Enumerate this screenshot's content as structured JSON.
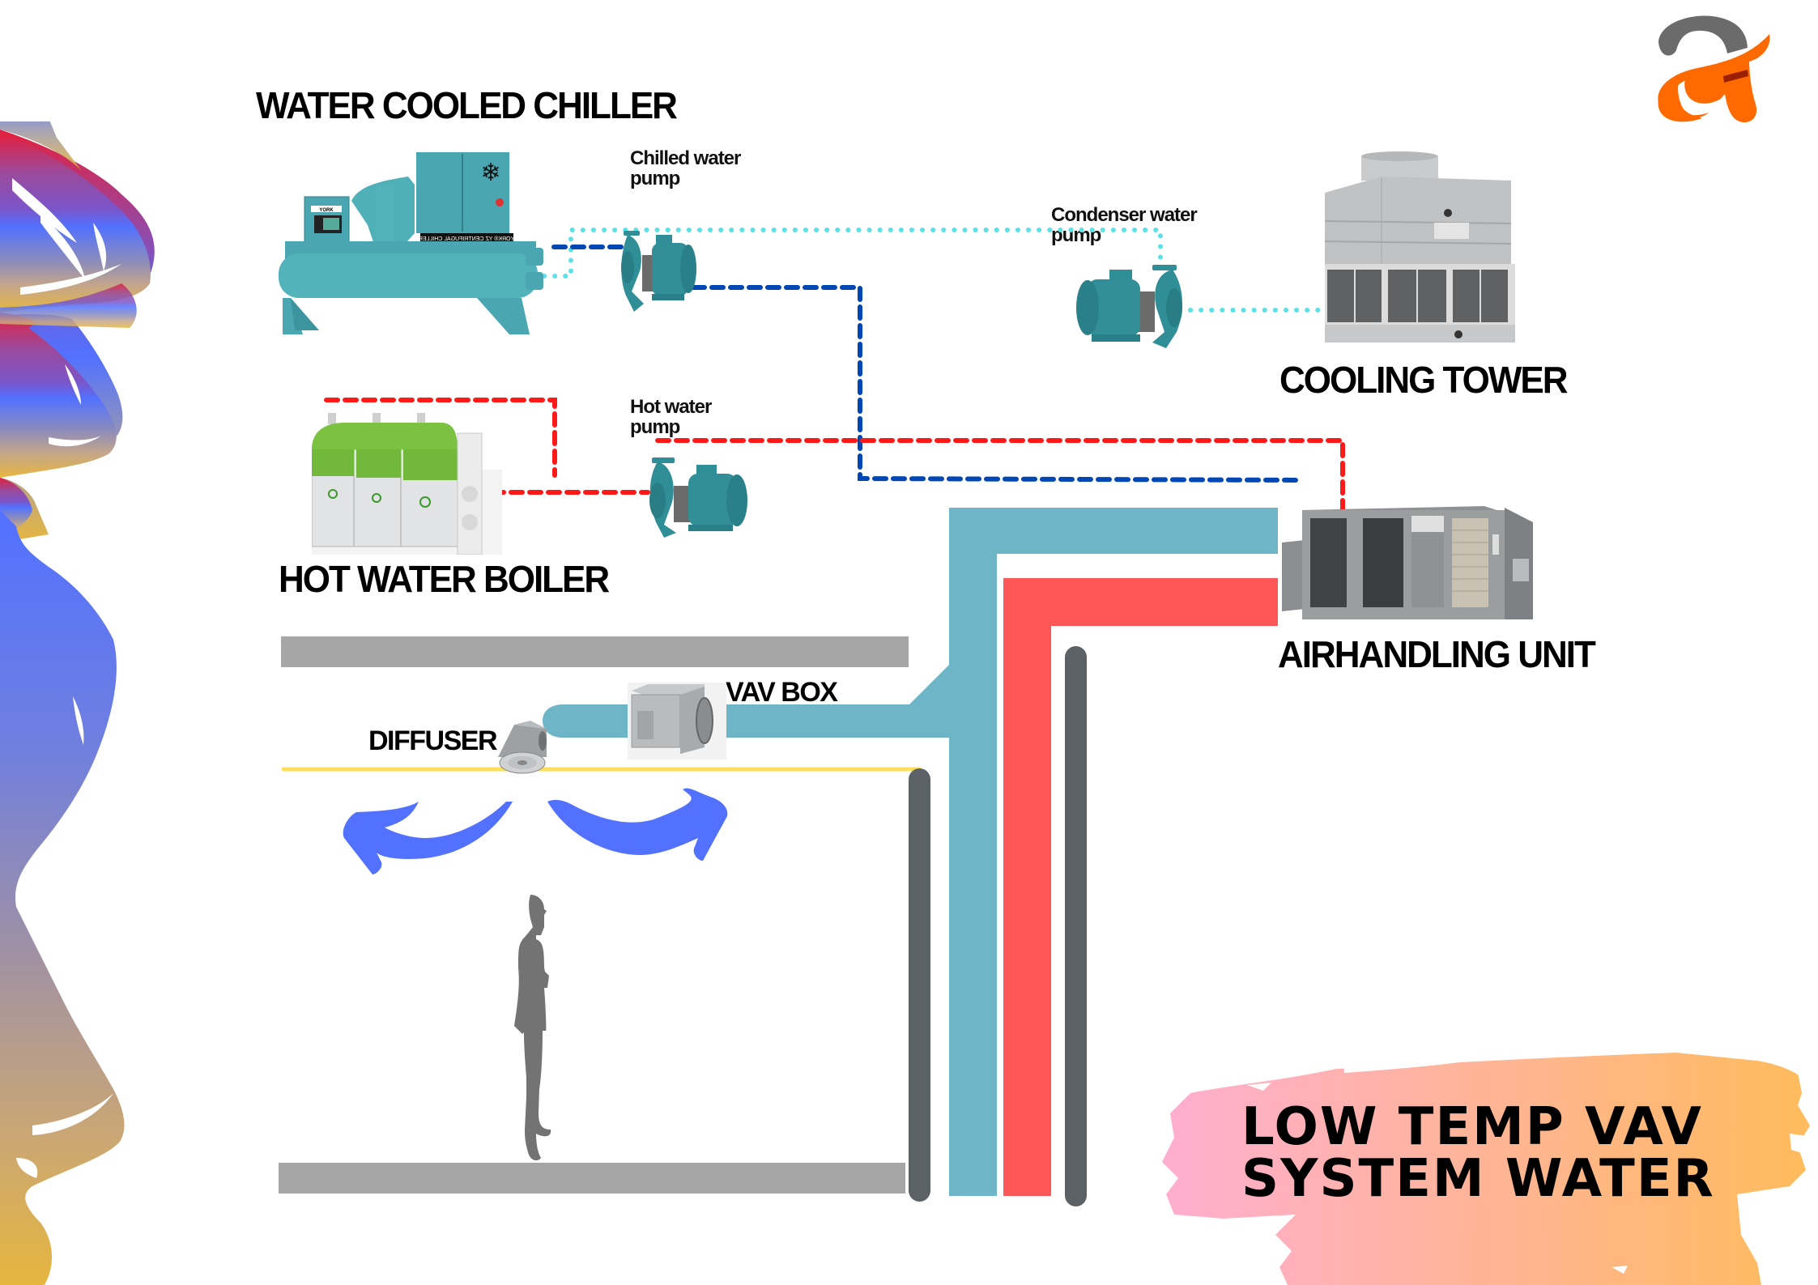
{
  "diagram": {
    "title_lines": [
      "LOW TEMP VAV",
      "SYSTEM WATER"
    ],
    "logo": {
      "name": "brand-a-logo",
      "glyph": "a",
      "colors": {
        "primary": "#ff6a00",
        "secondary": "#6b6b6b",
        "accent": "#9a2000"
      }
    },
    "equipment": {
      "chiller": {
        "label": "WATER COOLED CHILLER",
        "panel_brand": "YORK",
        "plate_text": "YORK® YZ CENTRIFUGAL CHILLER"
      },
      "boiler": {
        "label": "HOT WATER BOILER"
      },
      "cooling_tower": {
        "label": "COOLING TOWER"
      },
      "ahu": {
        "label": "AIRHANDLING UNIT"
      },
      "vav_box": {
        "label": "VAV BOX"
      },
      "diffuser": {
        "label": "DIFFUSER"
      }
    },
    "pumps": {
      "chilled": {
        "line1": "Chilled water",
        "line2": "pump"
      },
      "condenser": {
        "line1": "Condenser water",
        "line2": "pump"
      },
      "hot": {
        "line1": "Hot water",
        "line2": "pump"
      }
    },
    "pipe_legend_colors": {
      "chilled_water": "#0047b3",
      "condenser_water": "#5ce1e6",
      "hot_water": "#ff1a1a",
      "supply_air_duct": "#6fb5c8",
      "return_heat_duct": "#ff5757",
      "wall": "#5c6166",
      "ceiling_slab": "#a6a6a6",
      "ceiling_line": "#ffde59",
      "airflow_arrow": "#5271ff",
      "occupant": "#737373"
    },
    "banner_gradient": [
      "#ffaed0",
      "#ffbb5c"
    ],
    "side_brush_gradient": [
      "#e3213f",
      "#7a56c8",
      "#5271ff",
      "#e3b84a"
    ]
  }
}
